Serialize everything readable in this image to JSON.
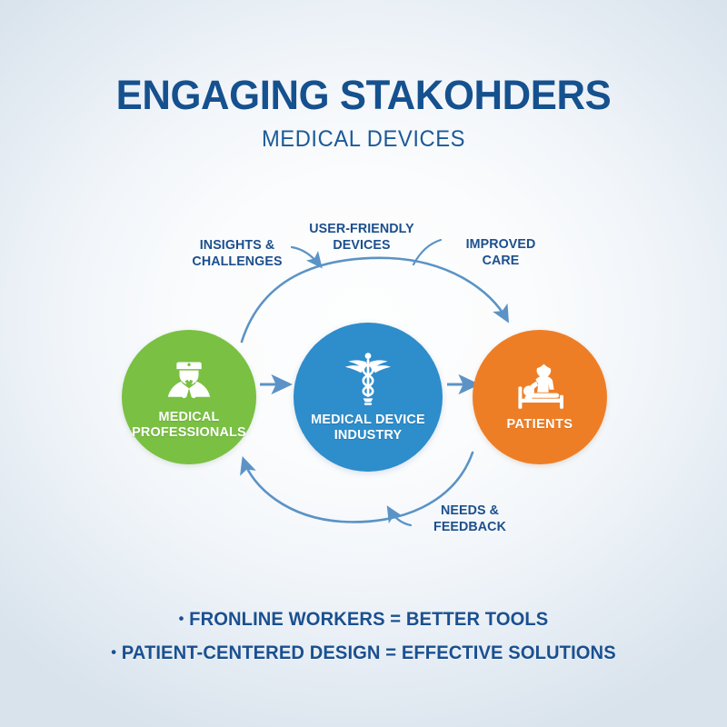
{
  "header": {
    "title": "ENGAGING STAKOHDERS",
    "subtitle": "MEDICAL DEVICES"
  },
  "colors": {
    "title_blue": "#16518f",
    "label_blue": "#1c4f8c",
    "arrow_blue": "#5b93c6",
    "professionals_green": "#7ac043",
    "industry_blue": "#2e8dcb",
    "patients_orange": "#ee7e26",
    "background_center": "#fdfefe",
    "background_edge": "#d9e3ec"
  },
  "nodes": [
    {
      "id": "professionals",
      "label": "MEDICAL\nPROFESSIONALS",
      "icon": "doctor-icon",
      "color": "#7ac043"
    },
    {
      "id": "industry",
      "label": "MEDICAL DEVICE\nINDUSTRY",
      "icon": "caduceus-icon",
      "color": "#2e8dcb"
    },
    {
      "id": "patients",
      "label": "PATIENTS",
      "icon": "patient-in-bed-icon",
      "color": "#ee7e26"
    }
  ],
  "flows": [
    {
      "id": "insights",
      "label": "INSIGHTS &\nCHALLENGES",
      "from": "professionals",
      "to": "industry"
    },
    {
      "id": "userfriendly",
      "label": "USER-FRIENDLY\nDEVICES",
      "from": "industry",
      "to": "patients"
    },
    {
      "id": "improved",
      "label": "IMPROVED\nCARE",
      "from": "industry",
      "to": "patients"
    },
    {
      "id": "needs",
      "label": "NEEDS &\nFEEDBACK",
      "from": "patients",
      "to": "professionals"
    }
  ],
  "bullets": [
    "FRONLINE WORKERS = BETTER TOOLS",
    "PATIENT-CENTERED DESIGN = EFFECTIVE SOLUTIONS"
  ],
  "bullet_marker": "•"
}
